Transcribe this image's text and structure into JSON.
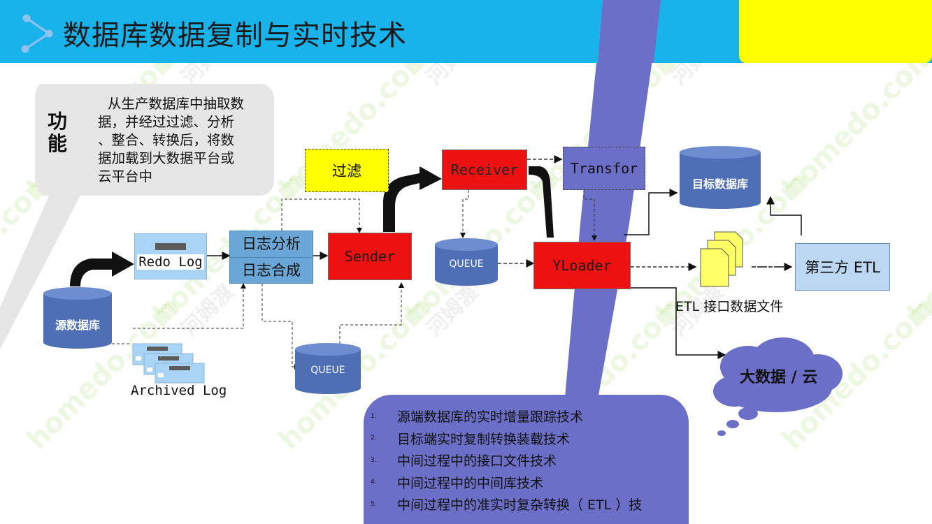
{
  "header": {
    "title": "数据库数据复制与实时技术"
  },
  "callout": {
    "heading_line1": "功",
    "heading_line2": "能",
    "text_lines": [
      "从生产数据库中抽取数",
      "据，并经过过滤、分析",
      "、整合、转换后，将数",
      "据加载到大数据平台或",
      "云平台中"
    ]
  },
  "nodes": {
    "source_db": "源数据库",
    "redo_log": "Redo Log",
    "archived_log": "Archived Log",
    "log_analysis": "日志分析",
    "log_compose": "日志合成",
    "filter": "过滤",
    "sender": "Sender",
    "queue1": "QUEUE",
    "receiver": "Receiver",
    "transfor": "Transfor",
    "queue2": "QUEUE",
    "yloader": "YLoader",
    "target_db": "目标数据库",
    "etl_files": "ETL 接口数据文件",
    "third_party": "第三方 ETL",
    "bigdata": "大数据 / 云"
  },
  "tech_list": [
    {
      "num": "1.",
      "text": "源端数据库的实时增量跟踪技术"
    },
    {
      "num": "2.",
      "text": "目标端实时复制转换装载技术"
    },
    {
      "num": "3.",
      "text": "中间过程中的接口文件技术"
    },
    {
      "num": "4.",
      "text": "中间过程中的中间库技术"
    },
    {
      "num": "5.",
      "text": "中间过程中的准实时复杂转换（ ETL ）技"
    }
  ],
  "watermark": {
    "text": "homedo.com",
    "cn": "河姆渡"
  },
  "colors": {
    "header": "#19b3ec",
    "accent_yellow": "#ffff00",
    "band": "#6b6fc7",
    "red_box": "#ee1111",
    "light_blue_box": "#6aa6d6",
    "cylinder": "#4f6fb5",
    "callout": "#e6e6e6"
  }
}
